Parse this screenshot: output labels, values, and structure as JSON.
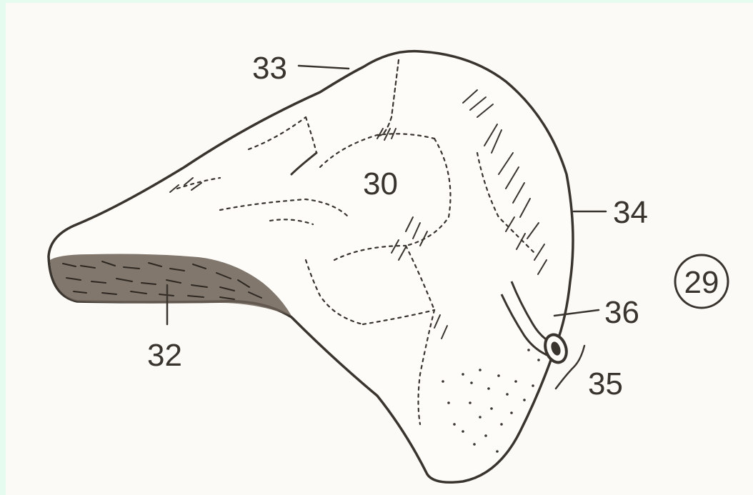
{
  "figure": {
    "labels": {
      "l30": "30",
      "l32": "32",
      "l33": "33",
      "l34": "34",
      "l35": "35",
      "l36": "36"
    },
    "figure_number": "29"
  },
  "colors": {
    "frame": "#e6fbef",
    "paper": "#fbfaf7",
    "ink": "#3a342e"
  }
}
